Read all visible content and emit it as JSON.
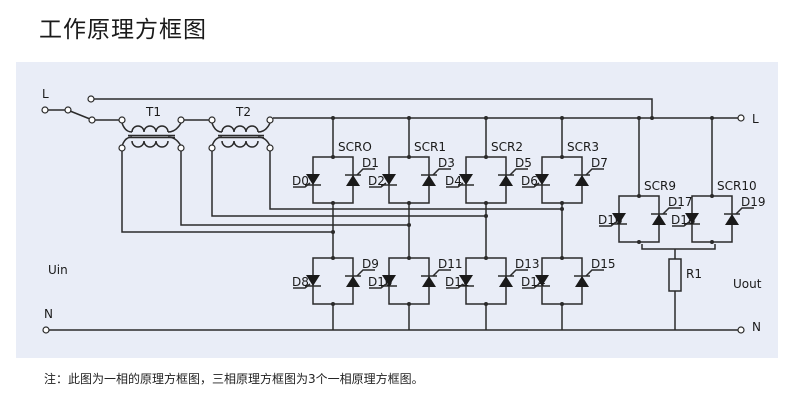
{
  "title": "工作原理方框图",
  "note": "注：此图为一相的原理方框图，三相原理方框图为3个一相原理方框图。",
  "colors": {
    "panel_bg": "#e9edf7",
    "line": "#2b2b2b"
  },
  "terminals": {
    "input_line": "L",
    "input_neutral": "N",
    "output_line": "L",
    "output_neutral": "N",
    "input_voltage": "Uin",
    "output_voltage": "Uout"
  },
  "transformers": [
    "T1",
    "T2"
  ],
  "upper_scrs": [
    {
      "name": "SCRO",
      "left_diode": "D0",
      "right_diode": "D1"
    },
    {
      "name": "SCR1",
      "left_diode": "D2",
      "right_diode": "D3"
    },
    {
      "name": "SCR2",
      "left_diode": "D4",
      "right_diode": "D5"
    },
    {
      "name": "SCR3",
      "left_diode": "D6",
      "right_diode": "D7"
    }
  ],
  "lower_scrs": [
    {
      "left_diode": "D8",
      "right_diode": "D9"
    },
    {
      "left_diode": "D10",
      "right_diode": "D11"
    },
    {
      "left_diode": "D12",
      "right_diode": "D13"
    },
    {
      "left_diode": "D14",
      "right_diode": "D15"
    }
  ],
  "bypass_scrs": [
    {
      "name": "SCR9",
      "left_diode": "D16",
      "right_diode": "D17"
    },
    {
      "name": "SCR10",
      "left_diode": "D18",
      "right_diode": "D19"
    }
  ],
  "resistor": "R1"
}
